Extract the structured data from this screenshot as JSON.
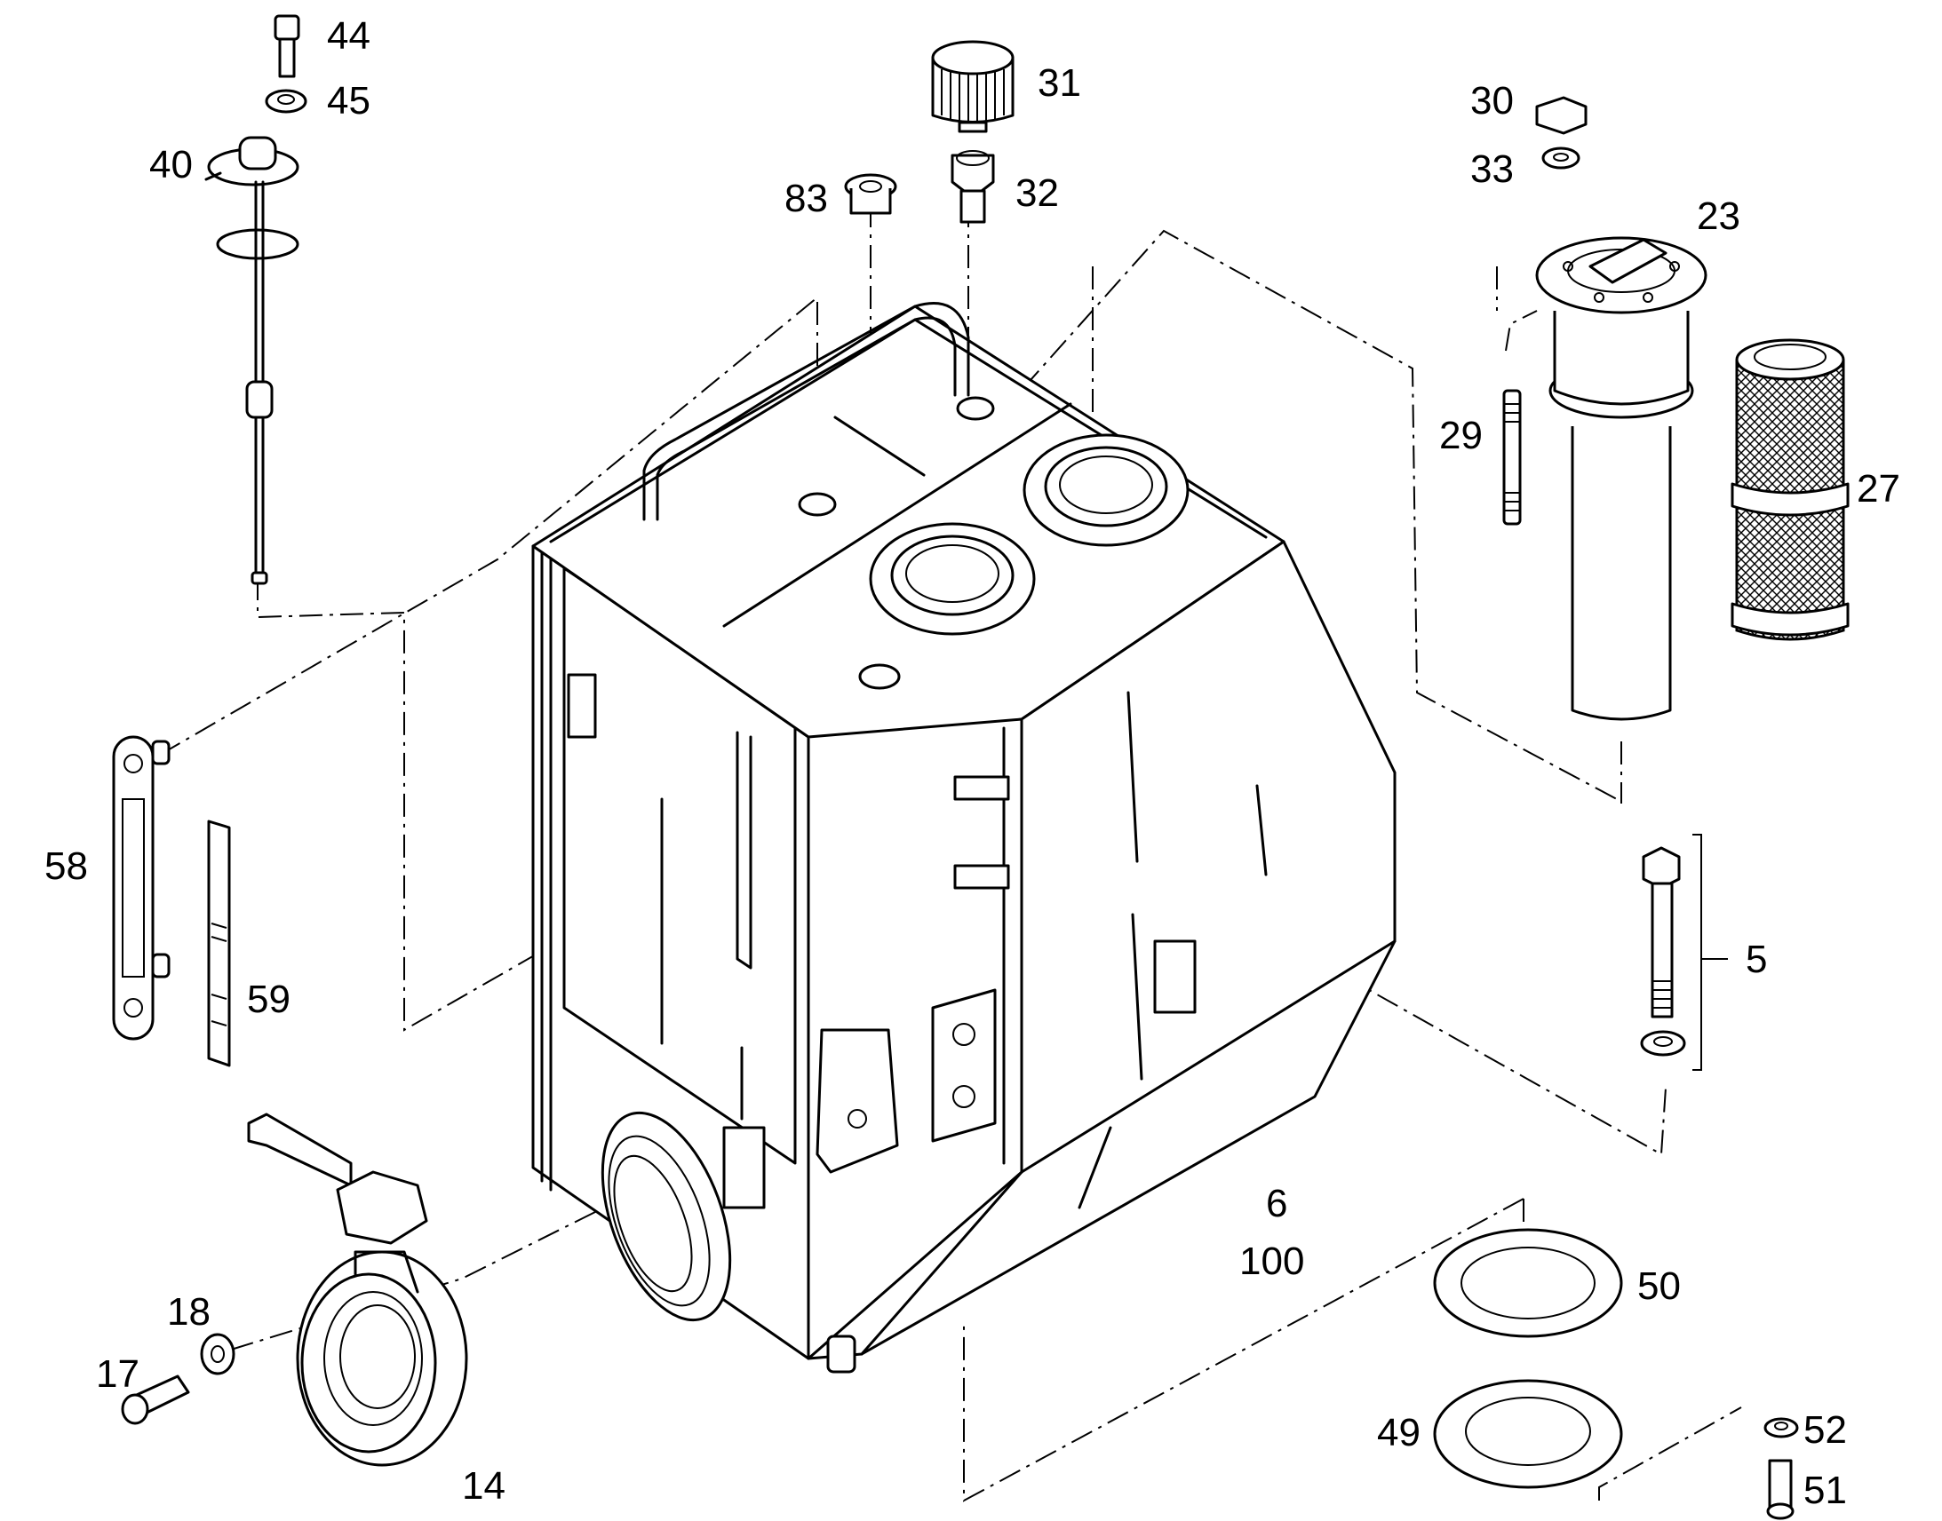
{
  "labels": {
    "p44": "44",
    "p45": "45",
    "p40": "40",
    "p31": "31",
    "p32": "32",
    "p83": "83",
    "p30": "30",
    "p33": "33",
    "p23": "23",
    "p29": "29",
    "p27": "27",
    "p58": "58",
    "p59": "59",
    "p5": "5",
    "p6": "6",
    "p100": "100",
    "p50": "50",
    "p49": "49",
    "p52": "52",
    "p51": "51",
    "p18": "18",
    "p17": "17",
    "p14": "14"
  }
}
